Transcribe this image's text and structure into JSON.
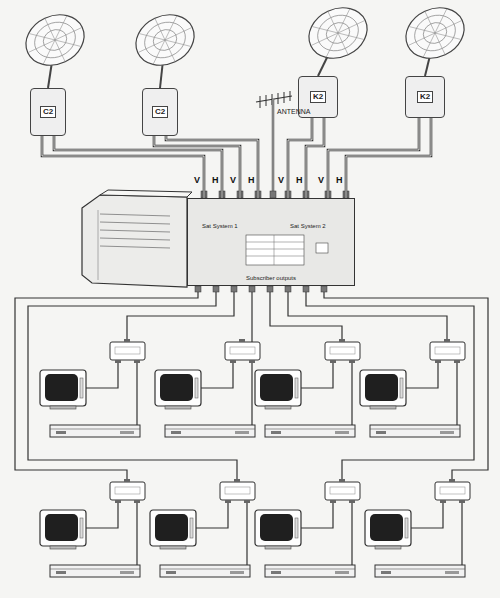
{
  "diagram": {
    "nodes": [
      {
        "text": [
          "C2"
        ]
      },
      {
        "text": [
          "C2"
        ]
      },
      {
        "text": [
          "K2"
        ]
      },
      {
        "text": [
          "K2"
        ]
      },
      {
        "text": [
          "Sat System 1",
          "Sat System 2",
          "Subscriber outputs"
        ]
      }
    ],
    "edges": [
      {
        "from": 0,
        "to": 4,
        "label": "V",
        "arrow": "none"
      },
      {
        "from": 0,
        "to": 4,
        "label": "H",
        "arrow": "none"
      },
      {
        "from": 1,
        "to": 4,
        "label": "V",
        "arrow": "none"
      },
      {
        "from": 1,
        "to": 4,
        "label": "H",
        "arrow": "none"
      },
      {
        "from": 2,
        "to": 4,
        "label": "V",
        "arrow": "none"
      },
      {
        "from": 2,
        "to": 4,
        "label": "H",
        "arrow": "none"
      },
      {
        "from": 3,
        "to": 4,
        "label": "V",
        "arrow": "none"
      },
      {
        "from": 3,
        "to": 4,
        "label": "H",
        "arrow": "none"
      }
    ],
    "labels": [
      "ANTENNA"
    ]
  }
}
